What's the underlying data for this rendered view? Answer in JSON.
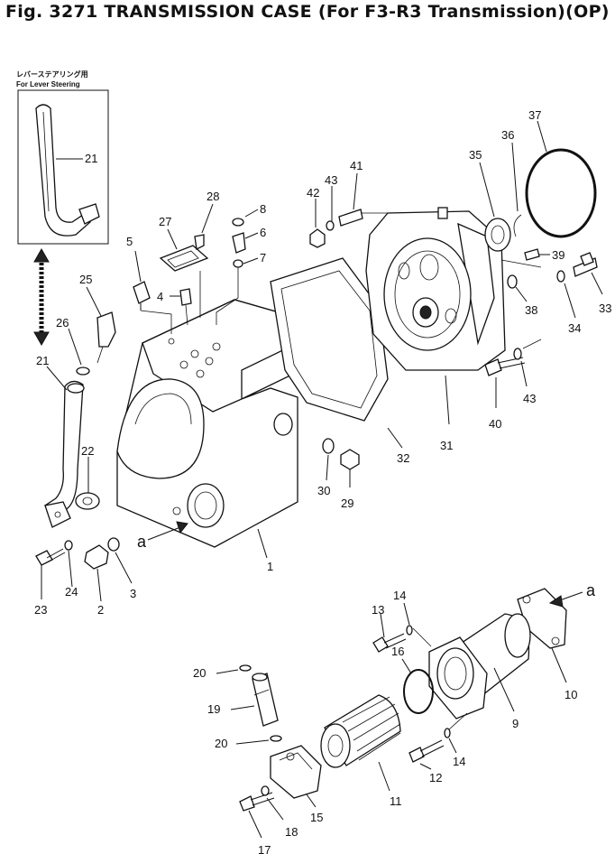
{
  "title": "Fig. 3271 TRANSMISSION CASE (For F3-R3 Transmission)(OP)",
  "inset": {
    "caption_jp": "レバーステアリング用",
    "caption_en": "For Lever Steering"
  },
  "callouts": {
    "p1": "1",
    "p2": "2",
    "p3": "3",
    "p4": "4",
    "p5": "5",
    "p6": "6",
    "p7": "7",
    "p8": "8",
    "p9": "9",
    "p10": "10",
    "p11": "11",
    "p12": "12",
    "p13": "13",
    "p14a": "14",
    "p14b": "14",
    "p15": "15",
    "p16": "16",
    "p17": "17",
    "p18": "18",
    "p19": "19",
    "p20a": "20",
    "p20b": "20",
    "p21a": "21",
    "p21b": "21",
    "p22": "22",
    "p23": "23",
    "p24": "24",
    "p25": "25",
    "p26": "26",
    "p27": "27",
    "p28": "28",
    "p29": "29",
    "p30": "30",
    "p31": "31",
    "p32": "32",
    "p33": "33",
    "p34": "34",
    "p35": "35",
    "p36": "36",
    "p37": "37",
    "p38": "38",
    "p39": "39",
    "p40": "40",
    "p41": "41",
    "p42": "42",
    "p43a": "43",
    "p43b": "43"
  },
  "refs": {
    "a_left": "a",
    "a_right": "a"
  }
}
